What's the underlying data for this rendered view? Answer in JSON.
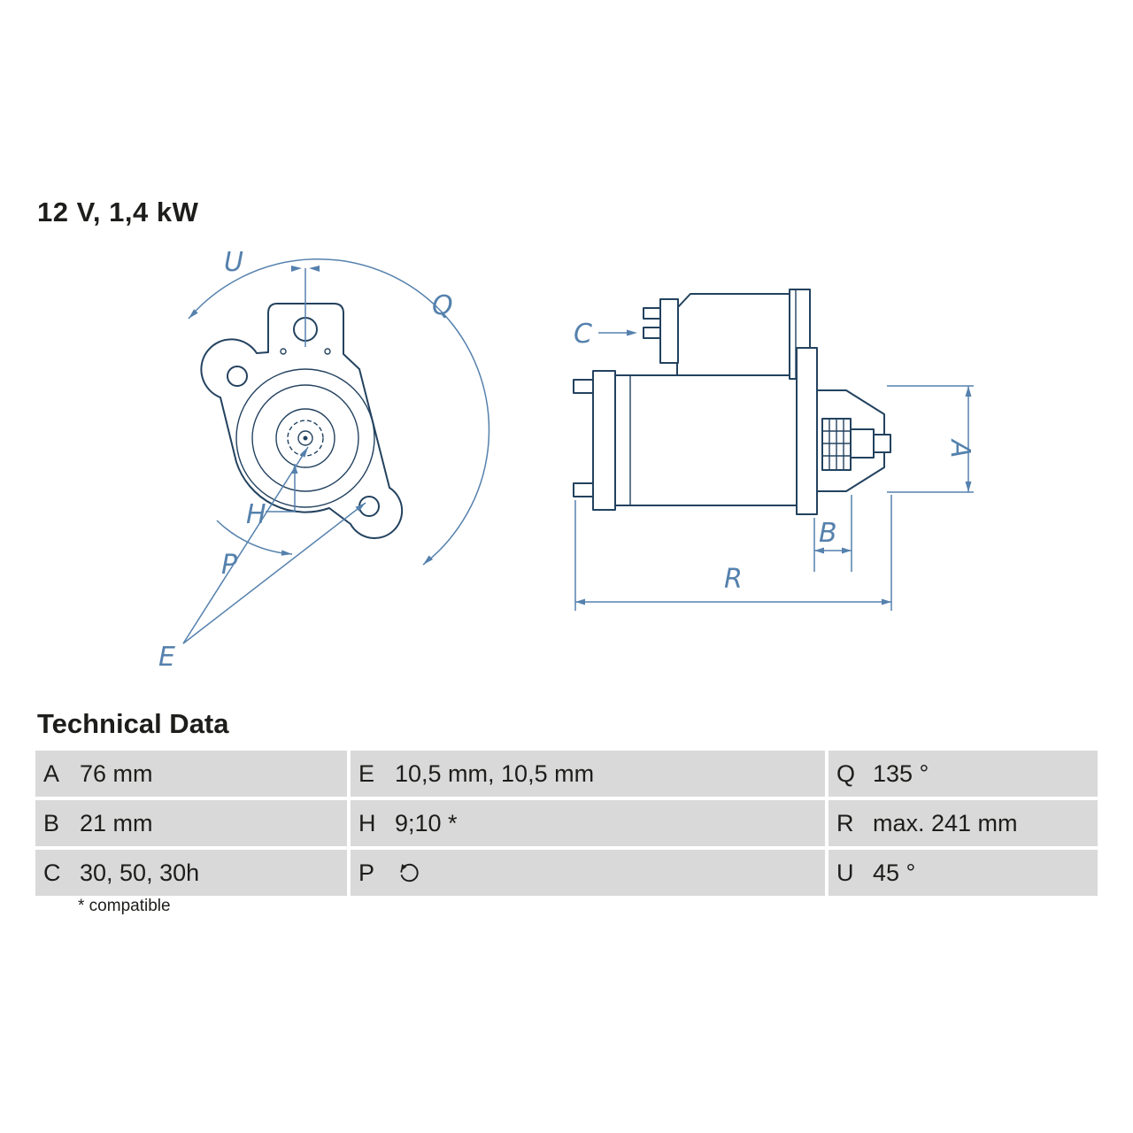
{
  "title": "12 V, 1,4 kW",
  "diagram": {
    "front_view": {
      "description": "starter motor mounting flange front view",
      "labels": {
        "U": "U",
        "Q": "Q",
        "H": "H",
        "P": "P",
        "E": "E"
      }
    },
    "side_view": {
      "description": "starter motor side view",
      "labels": {
        "C": "C",
        "A": "A",
        "B": "B",
        "R": "R"
      }
    }
  },
  "technical_data": {
    "heading": "Technical Data",
    "rows": [
      [
        {
          "key": "A",
          "value": "76 mm"
        },
        {
          "key": "E",
          "value": "10,5 mm, 10,5 mm"
        },
        {
          "key": "Q",
          "value": "135 °"
        }
      ],
      [
        {
          "key": "B",
          "value": "21 mm"
        },
        {
          "key": "H",
          "value": "9;10 *"
        },
        {
          "key": "R",
          "value": "max. 241 mm"
        }
      ],
      [
        {
          "key": "C",
          "value": "30, 50, 30h"
        },
        {
          "key": "P",
          "value": "",
          "icon": "rotation-direction-icon"
        },
        {
          "key": "U",
          "value": "45 °"
        }
      ]
    ],
    "footnote": "* compatible"
  },
  "colors": {
    "outline": "#23425f",
    "dimension": "#5581ad",
    "table_background": "#d9d9d9",
    "text": "#1d1d1b"
  }
}
